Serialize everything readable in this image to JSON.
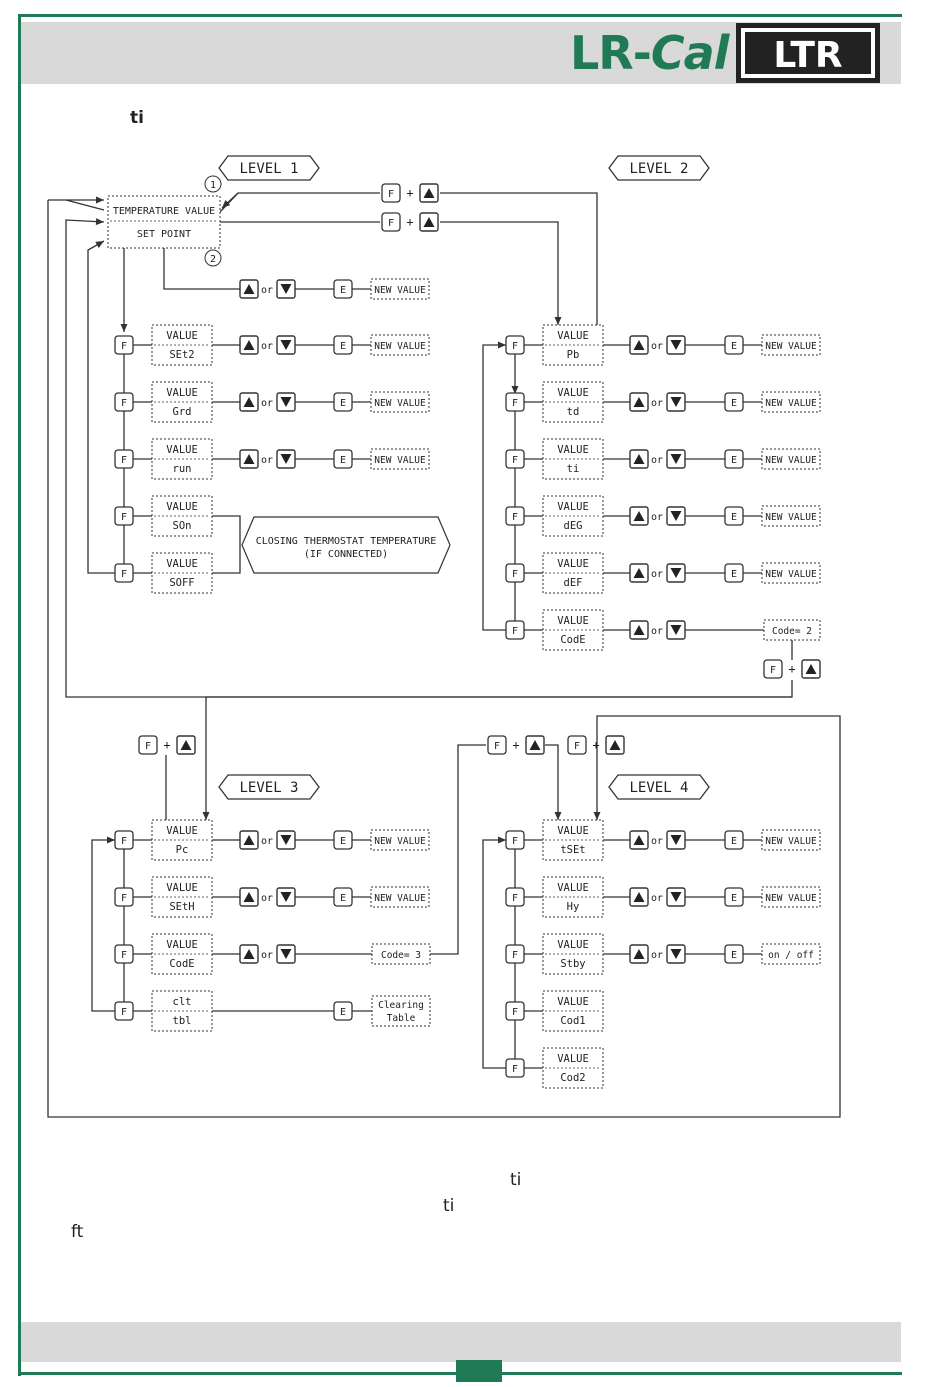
{
  "brand": {
    "name_left": "LR-",
    "name_right": "Cal",
    "logo_text": "LTR"
  },
  "stray_text": {
    "top": "ti",
    "bottom_1": "ti",
    "bottom_2": "ti",
    "bottom_3": "ft"
  },
  "levels": [
    "LEVEL 1",
    "LEVEL 2",
    "LEVEL 3",
    "LEVEL 4"
  ],
  "keys": {
    "f": "F",
    "e": "E",
    "plus": "+",
    "or": "or"
  },
  "labels": {
    "temp_value": "TEMPERATURE VALUE",
    "set_point": "SET POINT",
    "value": "VALUE",
    "new_value": "NEW VALUE",
    "mark_1": "1",
    "mark_2": "2",
    "closing_1": "CLOSING THERMOSTAT TEMPERATURE",
    "closing_2": "(IF CONNECTED)",
    "code2": "Code= 2",
    "code3": "Code= 3",
    "clearing_1": "Clearing",
    "clearing_2": "Table",
    "onoff": "on / off",
    "clt": "clt",
    "tbl": "tbl"
  },
  "params": {
    "level1": [
      "SEt2",
      "Grd",
      "run",
      "SOn",
      "SOFF"
    ],
    "level2": [
      "Pb",
      "td",
      "ti",
      "dEG",
      "dEF",
      "CodE"
    ],
    "level3": [
      "Pc",
      "SEtH",
      "CodE"
    ],
    "level4": [
      "tSEt",
      "Hy",
      "Stby",
      "Cod1",
      "Cod2"
    ]
  },
  "colors": {
    "accent": "#1f7a55",
    "band": "#d9d9d9",
    "ink": "#222222"
  }
}
